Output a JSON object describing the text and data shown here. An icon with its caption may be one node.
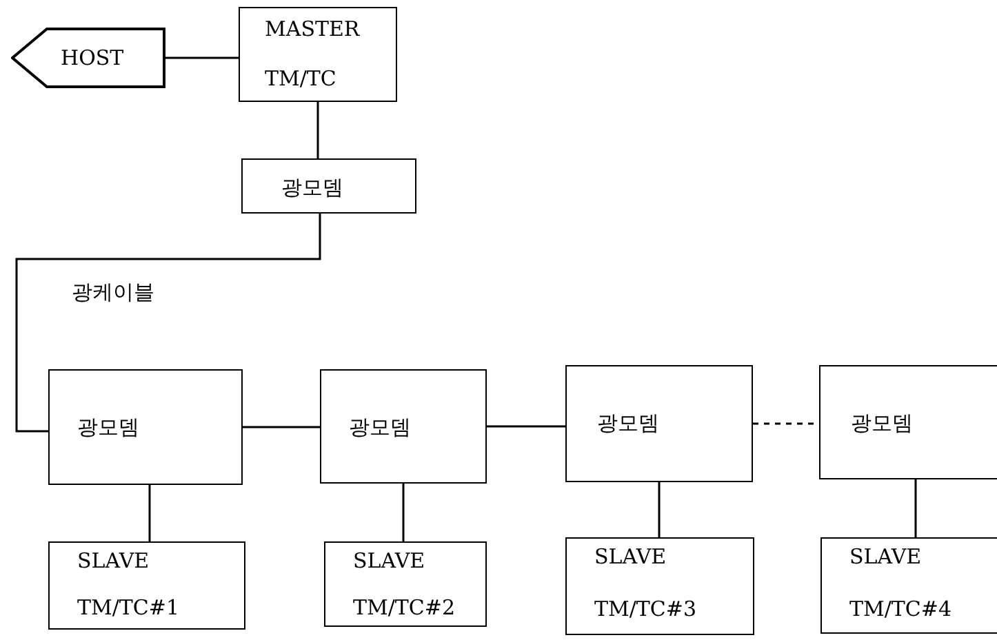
{
  "diagram": {
    "nodes": [
      {
        "text": [
          "HOST"
        ]
      },
      {
        "text": [
          "MASTER",
          "TM/TC"
        ]
      },
      {
        "text": [
          "광모뎀"
        ]
      },
      {
        "text": [
          "광모뎀"
        ]
      },
      {
        "text": [
          "광모뎀"
        ]
      },
      {
        "text": [
          "광모뎀"
        ]
      },
      {
        "text": [
          "광모뎀"
        ]
      },
      {
        "text": [
          "SLAVE",
          "TM/TC#1"
        ]
      },
      {
        "text": [
          "SLAVE",
          "TM/TC#2"
        ]
      },
      {
        "text": [
          "SLAVE",
          "TM/TC#3"
        ]
      },
      {
        "text": [
          "SLAVE",
          "TM/TC#4"
        ]
      }
    ],
    "edges": [
      {
        "from": 0,
        "to": 1,
        "arrow": "none"
      },
      {
        "from": 1,
        "to": 2,
        "arrow": "none"
      },
      {
        "from": 2,
        "to": 3,
        "arrow": "none",
        "label": "광케이블"
      },
      {
        "from": 3,
        "to": 4,
        "arrow": "none"
      },
      {
        "from": 4,
        "to": 5,
        "arrow": "none"
      },
      {
        "from": 5,
        "to": 6,
        "arrow": "none",
        "style": "dashed"
      },
      {
        "from": 3,
        "to": 7,
        "arrow": "none"
      },
      {
        "from": 4,
        "to": 8,
        "arrow": "none"
      },
      {
        "from": 5,
        "to": 9,
        "arrow": "none"
      },
      {
        "from": 6,
        "to": 10,
        "arrow": "none"
      }
    ]
  }
}
